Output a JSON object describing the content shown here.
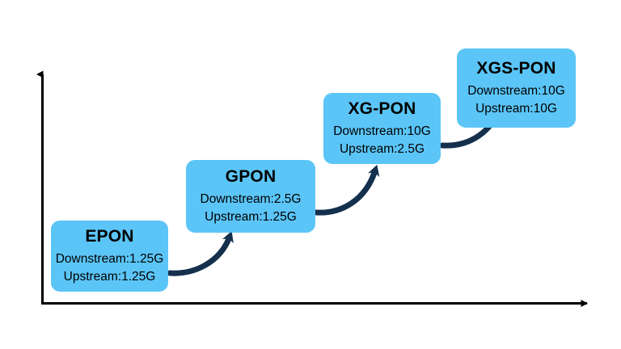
{
  "diagram": {
    "title": "PON technology evolution staircase",
    "colors": {
      "box_fill": "#5BC5F7",
      "arrow": "#14304D",
      "axis": "#000000",
      "text": "#000000",
      "background": "#FFFFFF"
    },
    "axes": {
      "x_axis_name": "horizontal-axis",
      "y_axis_name": "vertical-axis",
      "x_label": "",
      "y_label": "",
      "has_arrowheads": true
    },
    "nodes": [
      {
        "id": "epon",
        "title": "EPON",
        "downstream": "Downstream:1.25G",
        "upstream": "Upstream:1.25G"
      },
      {
        "id": "gpon",
        "title": "GPON",
        "downstream": "Downstream:2.5G",
        "upstream": "Upstream:1.25G"
      },
      {
        "id": "xgpon",
        "title": "XG-PON",
        "downstream": "Downstream:10G",
        "upstream": "Upstream:2.5G"
      },
      {
        "id": "xgspon",
        "title": "XGS-PON",
        "downstream": "Downstream:10G",
        "upstream": "Upstream:10G"
      }
    ],
    "connectors": [
      {
        "from": "epon",
        "to": "gpon",
        "style": "curved-arrow"
      },
      {
        "from": "gpon",
        "to": "xgpon",
        "style": "curved-arrow"
      },
      {
        "from": "xgpon",
        "to": "xgspon",
        "style": "curved-arrow"
      }
    ]
  }
}
